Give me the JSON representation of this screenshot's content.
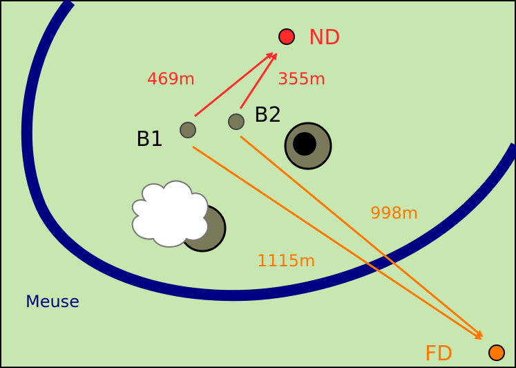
{
  "colors": {
    "background": "#c8e6b0",
    "river": "#000080",
    "near_detector": "#ff2a2a",
    "far_detector": "#ff7700",
    "reactor_fill": "#7a7a5a",
    "black": "#000000",
    "cloud": "#ffffff"
  },
  "diagram": {
    "river_label": "Meuse",
    "reactors": [
      {
        "id": "B1",
        "label": "B1"
      },
      {
        "id": "B2",
        "label": "B2"
      }
    ],
    "detectors": {
      "near": {
        "label": "ND"
      },
      "far": {
        "label": "FD"
      }
    },
    "distances": {
      "b1_to_nd": "469m",
      "b2_to_nd": "355m",
      "b2_to_fd": "998m",
      "b1_to_fd": "1115m"
    }
  }
}
